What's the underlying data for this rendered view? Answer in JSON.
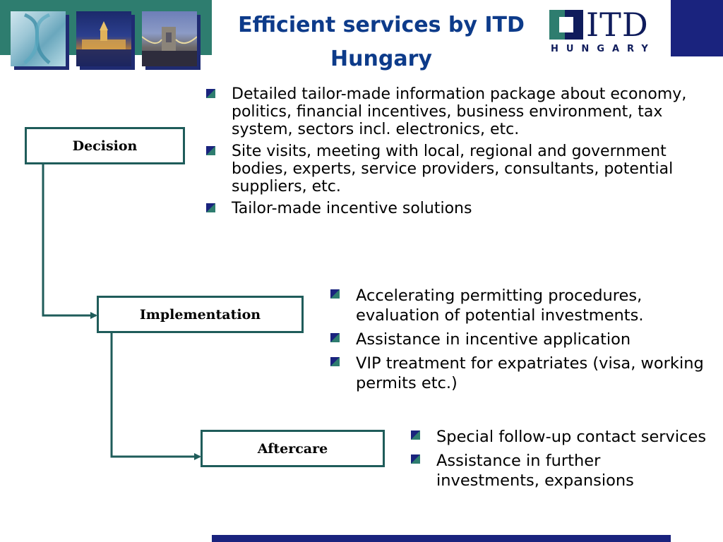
{
  "title": {
    "line1": "Efficient services by ITD",
    "line2": "Hungary"
  },
  "logo": {
    "word": "ITD",
    "sub": "HUNGARY"
  },
  "colors": {
    "teal": "#2e7d6f",
    "navy": "#1a237e",
    "title": "#0d3b8a",
    "box_border": "#1f5c5a"
  },
  "stages": [
    {
      "label": "Decision",
      "bullets": [
        "Detailed tailor-made information package about economy, politics, financial incentives, business environment, tax system, sectors incl. electronics, etc.",
        "Site visits, meeting with local, regional and government bodies, experts, service providers, consultants, potential suppliers, etc.",
        "Tailor-made incentive solutions"
      ]
    },
    {
      "label": "Implementation",
      "bullets": [
        "Accelerating permitting procedures, evaluation of potential investments.",
        "Assistance in incentive application",
        "VIP treatment for expatriates (visa, working permits etc.)"
      ]
    },
    {
      "label": "Aftercare",
      "bullets": [
        "Special follow-up contact services",
        "Assistance in further investments, expansions"
      ]
    }
  ]
}
